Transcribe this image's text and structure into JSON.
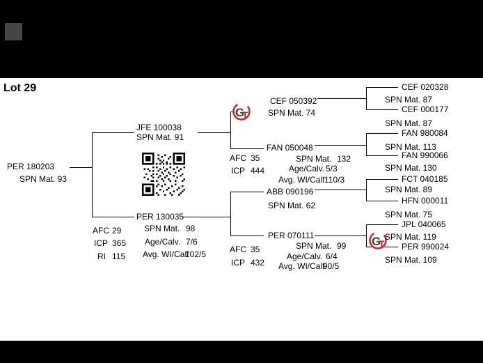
{
  "page": {
    "lot_title": "Lot 29"
  },
  "logo": {
    "g": "G",
    "t": "T"
  },
  "pedigree": {
    "subject": {
      "id": "PER 180203",
      "spn": "SPN Mat. 93"
    },
    "parent_top": {
      "id": "JFE 100038",
      "spn": "SPN Mat. 91"
    },
    "parent_bottom": {
      "id": "PER 130035",
      "stats": [
        {
          "label": "AFC",
          "value": "29"
        },
        {
          "label": "ICP",
          "value": "365"
        },
        {
          "label": "RI",
          "value": "115"
        }
      ],
      "mat_stats": [
        {
          "label": "SPN Mat.",
          "value": "98"
        },
        {
          "label": "Age/Calv.",
          "value": "7/6"
        },
        {
          "label": "Avg. WI/Calf",
          "value": "102/5"
        }
      ]
    },
    "gp_top_1": {
      "id": "CEF 050392",
      "spn": "SPN Mat. 74"
    },
    "gp_top_2": {
      "id": "FAN 050048",
      "stats": [
        {
          "label": "AFC",
          "value": "35"
        },
        {
          "label": "ICP",
          "value": "444"
        }
      ],
      "mat_stats": [
        {
          "label": "SPN Mat.",
          "value": "132"
        },
        {
          "label": "Age/Calv.",
          "value": "5/3"
        },
        {
          "label": "Avg. WI/Calf",
          "value": "110/3"
        }
      ]
    },
    "gp_bottom_1": {
      "id": "ABB 090196",
      "spn": "SPN Mat. 62"
    },
    "gp_bottom_2": {
      "id": "PER 070111",
      "stats": [
        {
          "label": "AFC",
          "value": "35"
        },
        {
          "label": "ICP",
          "value": "432"
        }
      ],
      "mat_stats": [
        {
          "label": "SPN Mat.",
          "value": "99"
        },
        {
          "label": "Age/Calv.",
          "value": "6/4"
        },
        {
          "label": "Avg. WI/Calf",
          "value": "90/5"
        }
      ]
    },
    "ggp": [
      {
        "id": "CEF 020328",
        "spn": "SPN Mat. 87"
      },
      {
        "id": "CEF 000177",
        "spn": "SPN Mat. 87"
      },
      {
        "id": "FAN 980084",
        "spn": "SPN Mat. 113"
      },
      {
        "id": "FAN 990066",
        "spn": "SPN Mat. 130"
      },
      {
        "id": "FCT 040185",
        "spn": "SPN Mat. 89"
      },
      {
        "id": "HFN 000011",
        "spn": "SPN Mat. 75"
      },
      {
        "id": "JPL 040065",
        "spn": "SPN Mat. 119"
      },
      {
        "id": "PER 990024",
        "spn": "SPN Mat. 109"
      }
    ]
  }
}
